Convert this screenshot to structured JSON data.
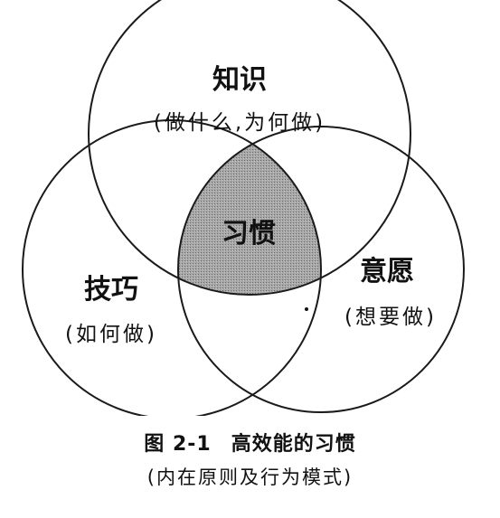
{
  "diagram": {
    "knowledge": {
      "title": "知识",
      "desc": "(做什么,为何做)"
    },
    "skills": {
      "title": "技巧",
      "desc": "(如何做)"
    },
    "desire": {
      "title": "意愿",
      "desc": "(想要做)"
    },
    "center": {
      "title": "习惯"
    },
    "colors": {
      "stroke": "#1a1a1a",
      "center_fill": "#9a9a9a",
      "background": "#ffffff"
    }
  },
  "caption": {
    "figure_number": "图 2-1",
    "figure_title": "高效能的习惯",
    "subtitle": "(内在原则及行为模式)"
  }
}
